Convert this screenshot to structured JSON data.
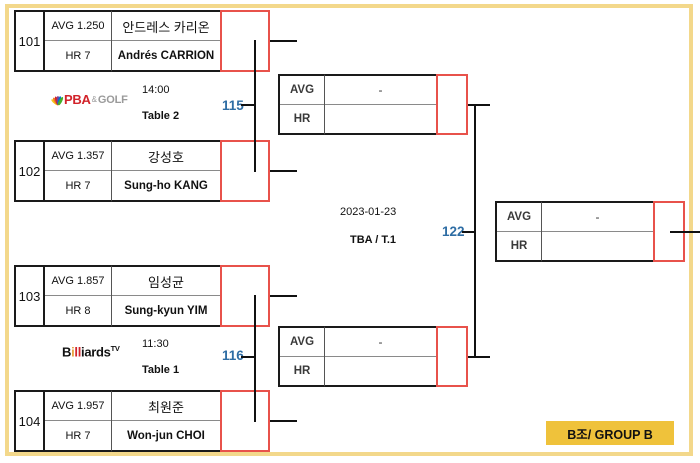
{
  "tournament": {
    "group_label": "B조/ GROUP B",
    "group_label_color": "#EFC23B",
    "frame_color": "#F3D88B",
    "match_number_color": "#2E6DA4",
    "score_box_color": "#E8524B"
  },
  "round1": {
    "players": [
      {
        "seed": "101",
        "avg_label": "AVG 1.250",
        "hr_label": "HR 7",
        "name_kr": "안드레스 카리온",
        "name_en": "Andrés CARRION",
        "score": ""
      },
      {
        "seed": "102",
        "avg_label": "AVG 1.357",
        "hr_label": "HR 7",
        "name_kr": "강성호",
        "name_en": "Sung-ho KANG",
        "score": ""
      },
      {
        "seed": "103",
        "avg_label": "AVG 1.857",
        "hr_label": "HR 8",
        "name_kr": "임성균",
        "name_en": "Sung-kyun YIM",
        "score": ""
      },
      {
        "seed": "104",
        "avg_label": "AVG 1.957",
        "hr_label": "HR 7",
        "name_kr": "최원준",
        "name_en": "Won-jun CHOI",
        "score": ""
      }
    ],
    "matches": [
      {
        "broadcaster": "PBA & GOLF",
        "time": "14:00",
        "table": "Table 2",
        "number": "115"
      },
      {
        "broadcaster": "Billiards TV",
        "time": "11:30",
        "table": "Table 1",
        "number": "116"
      }
    ]
  },
  "round2": {
    "slots": [
      {
        "avg_label": "AVG",
        "hr_label": "HR",
        "avg_value": "-",
        "hr_value": "",
        "score": ""
      },
      {
        "avg_label": "AVG",
        "hr_label": "HR",
        "avg_value": "-",
        "hr_value": "",
        "score": ""
      }
    ],
    "match": {
      "date": "2023-01-23",
      "table": "TBA / T.1",
      "number": "122"
    }
  },
  "round3": {
    "slot": {
      "avg_label": "AVG",
      "hr_label": "HR",
      "avg_value": "-",
      "hr_value": "",
      "score": ""
    }
  }
}
